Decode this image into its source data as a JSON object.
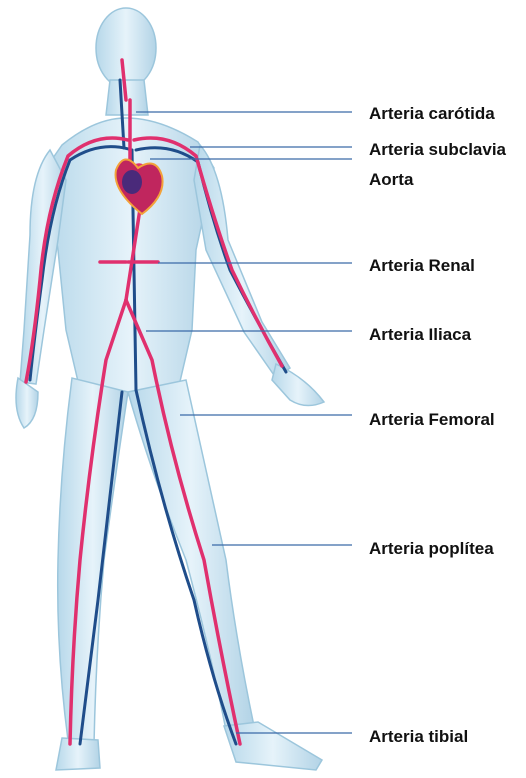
{
  "diagram": {
    "labels": [
      "Arteria carótida",
      "Arteria subclavia",
      "Aorta",
      "Arteria Renal",
      "Arteria Iliaca",
      "Arteria Femoral",
      "Arteria poplítea",
      "Arteria tibial"
    ]
  },
  "colors": {
    "artery": "#e0306e",
    "vein": "#1f4d8a",
    "body": "#c9e4f2",
    "leader": "#3a6aa8"
  }
}
